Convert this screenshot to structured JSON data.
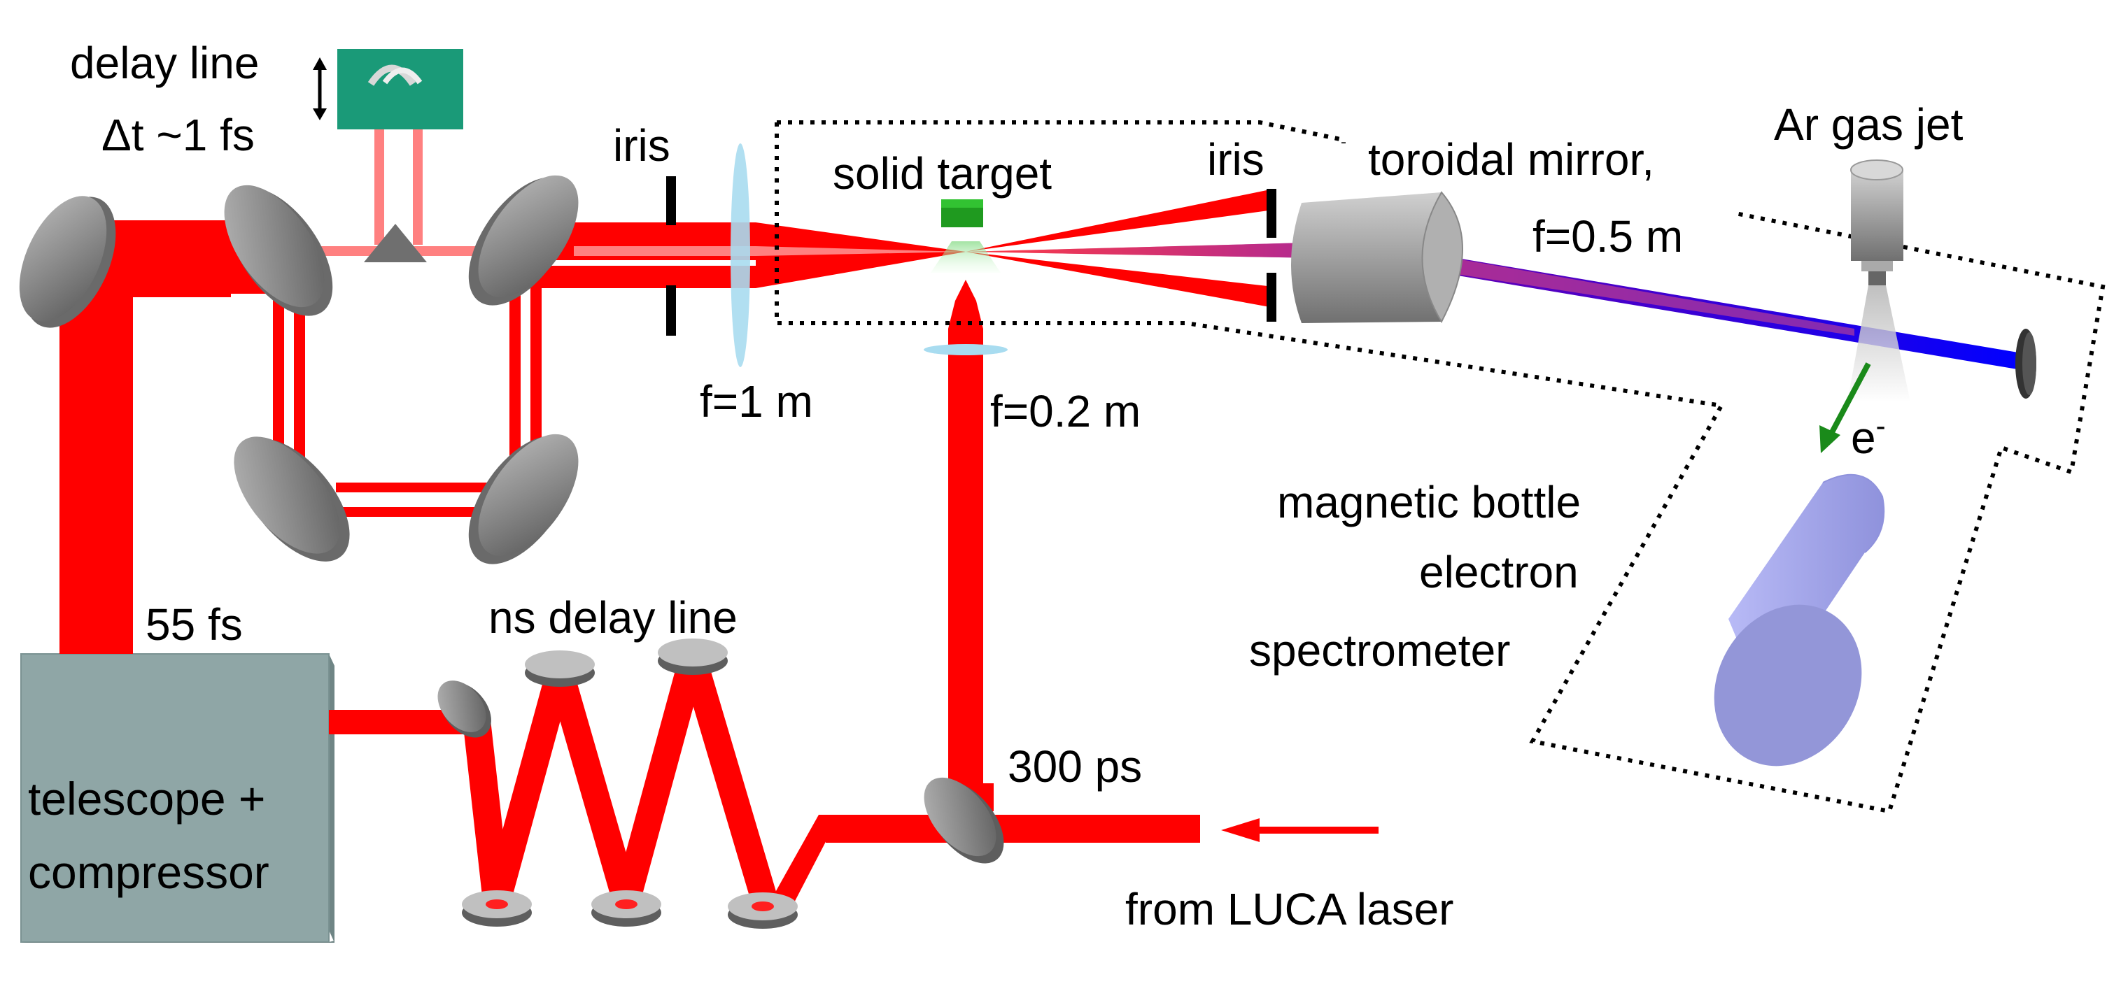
{
  "labels": {
    "delay_line": "delay line",
    "delta_t": "Δt ~1 fs",
    "iris_left": "iris",
    "f_1m": "f=1 m",
    "solid_target": "solid target",
    "iris_right": "iris",
    "toroidal_mirror": "toroidal mirror,",
    "toroidal_f": "f=0.5 m",
    "ar_gas_jet": "Ar gas jet",
    "f_02m": "f=0.2 m",
    "electron": "e",
    "electron_sup": "-",
    "mbes_line1": "magnetic bottle",
    "mbes_line2": "electron",
    "mbes_line3": "spectrometer",
    "fs55": "55 fs",
    "ns_delay_line": "ns delay line",
    "ps300": "300 ps",
    "from_luca": "from LUCA laser",
    "telescope_line1": "telescope +",
    "telescope_line2": "compressor"
  },
  "colors": {
    "beam": "#ff0000",
    "beam_light": "#ff8080",
    "mirror": "#8c8c8c",
    "xuv_beam": "#0000ff",
    "target": "#22aa22",
    "lens": "#a8dcf0",
    "compressor_box": "#8fa6a6",
    "delay_stage": "#1a9a78",
    "spectrometer": "#a8aaf0",
    "electron_arrow": "#1a8a1a"
  }
}
